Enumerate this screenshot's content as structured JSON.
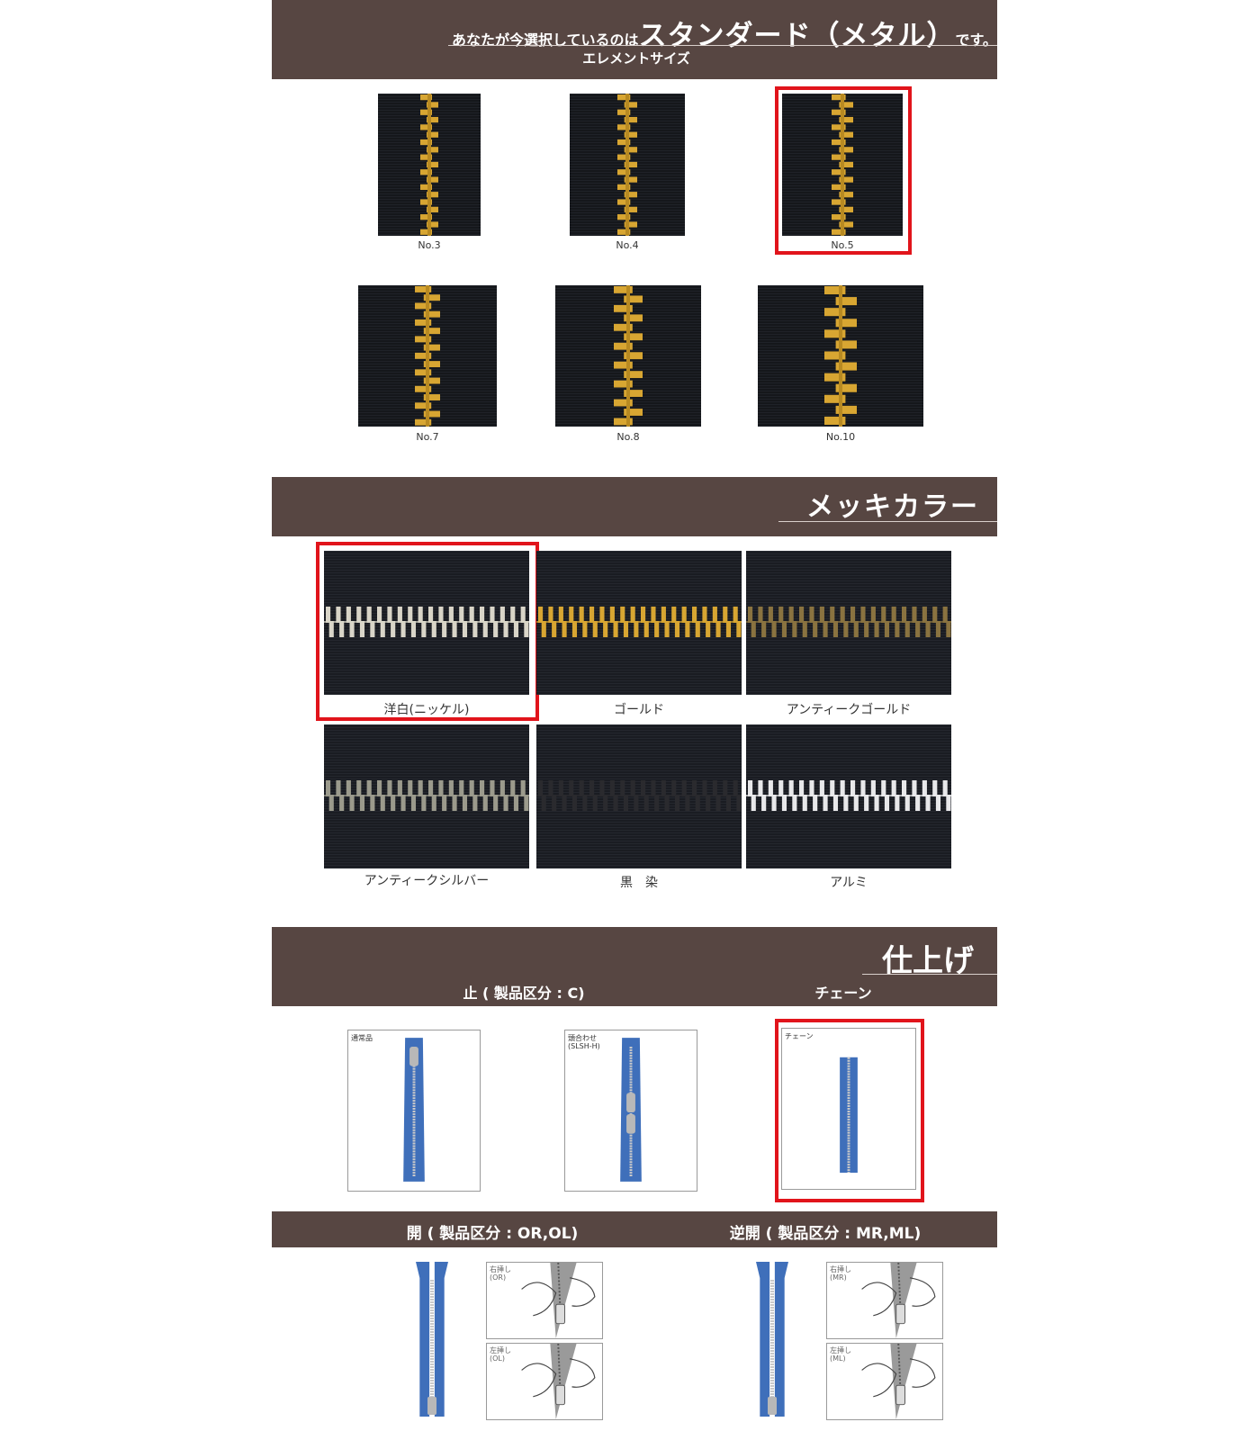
{
  "colors": {
    "band": "#574642",
    "selected_border": "#e1141b",
    "tape_dark": "#16181d",
    "gold": "#d8a632",
    "nickel": "#d9d5c8",
    "antique_gold": "#8a7340",
    "antique_silver": "#9b9a8c",
    "black_dyed": "#2a2a2e",
    "aluminum": "#e8e8ea",
    "blue_tape": "#3f6fba"
  },
  "header": {
    "pre": "あなたが今選択しているのは",
    "selected": "スタンダード（メタル）",
    "post": "です。",
    "subtitle": "エレメントサイズ"
  },
  "sizes": [
    {
      "label": "No.3",
      "selected": false
    },
    {
      "label": "No.4",
      "selected": false
    },
    {
      "label": "No.5",
      "selected": true
    },
    {
      "label": "No.7",
      "selected": false
    },
    {
      "label": "No.8",
      "selected": false
    },
    {
      "label": "No.10",
      "selected": false
    }
  ],
  "plating": {
    "title": "メッキカラー",
    "items": [
      {
        "label": "洋白(ニッケル)",
        "selected": true,
        "icon": "nickel-swatch"
      },
      {
        "label": "ゴールド",
        "selected": false,
        "icon": "gold-swatch"
      },
      {
        "label": "アンティークゴールド",
        "selected": false,
        "icon": "antique-gold-swatch"
      },
      {
        "label": "アンティークシルバー",
        "selected": false,
        "icon": "antique-silver-swatch"
      },
      {
        "label": "黒　染",
        "selected": false,
        "icon": "black-dyed-swatch"
      },
      {
        "label": "アルミ",
        "selected": false,
        "icon": "aluminum-swatch"
      }
    ]
  },
  "finish": {
    "title": "仕上げ",
    "closed_label": "止 ( 製品区分 : C)",
    "chain_label": "チェーン",
    "items": [
      {
        "tag": "通常品",
        "selected": false
      },
      {
        "tag": "頭合わせ\n(SLSH-H)",
        "selected": false
      },
      {
        "tag": "チェーン",
        "selected": true
      }
    ],
    "open_label": "開 ( 製品区分 : OR,OL)",
    "reverse_label": "逆開 ( 製品区分 : MR,ML)",
    "open_panels": [
      {
        "tag": "右挿し\n(OR)"
      },
      {
        "tag": "左挿し\n(OL)"
      }
    ],
    "reverse_panels": [
      {
        "tag": "右挿し\n(MR)"
      },
      {
        "tag": "左挿し\n(ML)"
      }
    ]
  }
}
